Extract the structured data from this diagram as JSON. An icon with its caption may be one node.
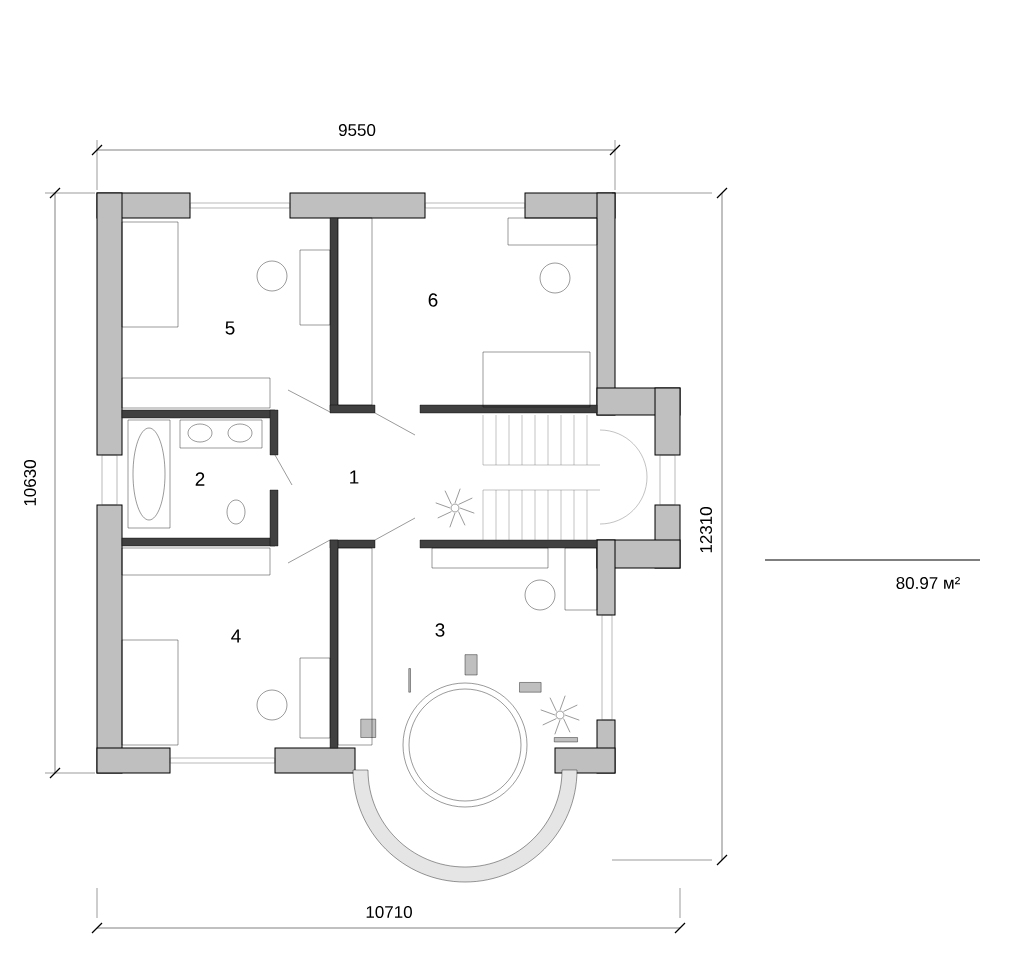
{
  "diagram": {
    "labels": [
      "9550",
      "10630",
      "5",
      "6",
      "2",
      "1",
      "12310",
      "80.97 м²",
      "3",
      "4",
      "10710"
    ]
  }
}
